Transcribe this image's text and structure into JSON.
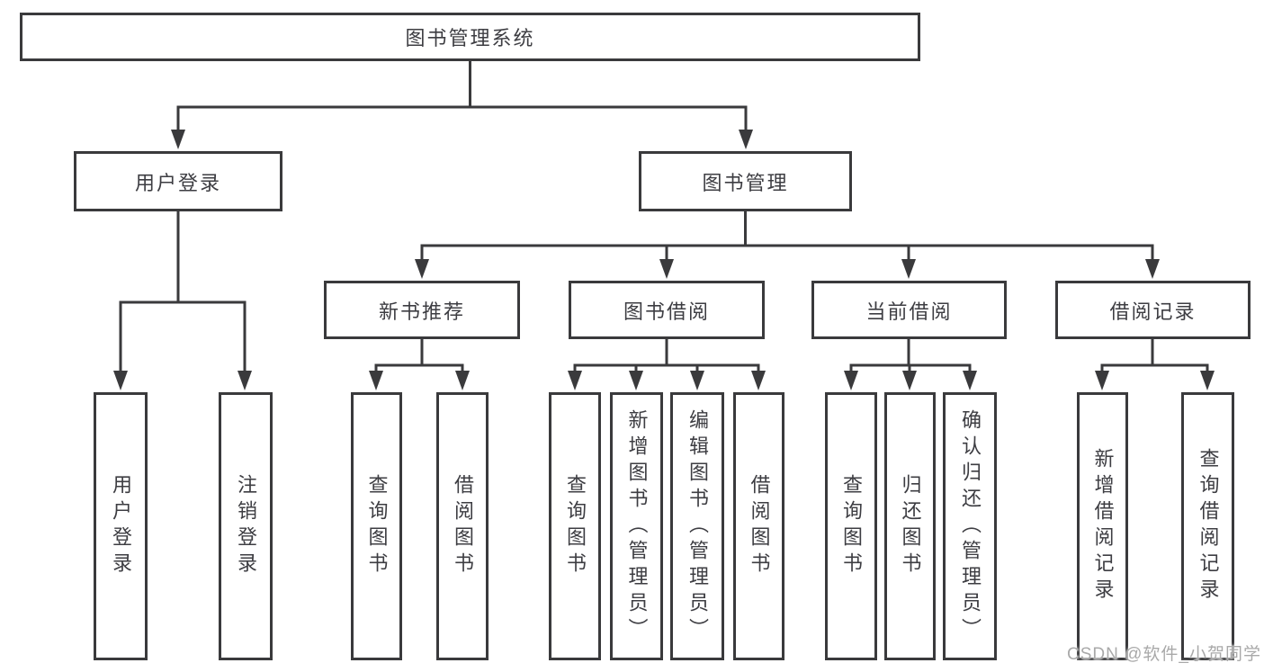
{
  "watermark": "CSDN @软件_小贺同学",
  "colors": {
    "line_color": "#3a3a3c",
    "text_color": "#3d3d42",
    "box_bg": "#ffffff",
    "watermark_color": "#a9a9a9"
  },
  "tree": {
    "label": "图书管理系统",
    "children": [
      {
        "label": "用户登录",
        "children": [
          {
            "label": "用户登录"
          },
          {
            "label": "注销登录"
          }
        ]
      },
      {
        "label": "图书管理",
        "children": [
          {
            "label": "新书推荐",
            "children": [
              {
                "label": "查询图书"
              },
              {
                "label": "借阅图书"
              }
            ]
          },
          {
            "label": "图书借阅",
            "children": [
              {
                "label": "查询图书"
              },
              {
                "label": "新增图书（管理员）"
              },
              {
                "label": "编辑图书（管理员）"
              },
              {
                "label": "借阅图书"
              }
            ]
          },
          {
            "label": "当前借阅",
            "children": [
              {
                "label": "查询图书"
              },
              {
                "label": "归还图书"
              },
              {
                "label": "确认归还（管理员）"
              }
            ]
          },
          {
            "label": "借阅记录",
            "children": [
              {
                "label": "新增借阅记录"
              },
              {
                "label": "查询借阅记录"
              }
            ]
          }
        ]
      }
    ]
  }
}
